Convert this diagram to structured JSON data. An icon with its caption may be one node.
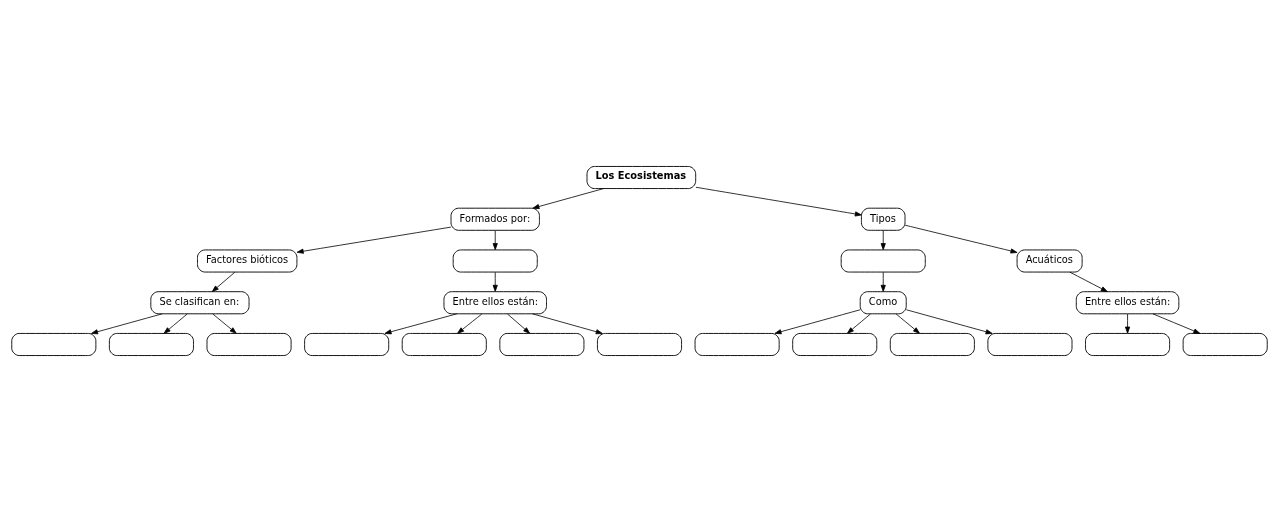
{
  "diagram": {
    "nodes": [
      {
        "text": [
          "Los Ecosistemas"
        ]
      },
      {
        "text": [
          "Formados por:"
        ]
      },
      {
        "text": [
          "Tipos"
        ]
      },
      {
        "text": [
          "Factores bióticos"
        ]
      },
      {
        "text": [],
        "shape": "box"
      },
      {
        "text": [],
        "shape": "box"
      },
      {
        "text": [
          "Acuáticos"
        ]
      },
      {
        "text": [
          "Se clasifican en:"
        ]
      },
      {
        "text": [
          "Entre ellos están:"
        ]
      },
      {
        "text": [
          "Como"
        ]
      },
      {
        "text": [
          "Entre ellos están:"
        ]
      },
      {
        "text": [],
        "shape": "box"
      },
      {
        "text": [],
        "shape": "box"
      },
      {
        "text": [],
        "shape": "box"
      },
      {
        "text": [],
        "shape": "box"
      },
      {
        "text": [],
        "shape": "box"
      },
      {
        "text": [],
        "shape": "box"
      },
      {
        "text": [],
        "shape": "box"
      },
      {
        "text": [],
        "shape": "box"
      },
      {
        "text": [],
        "shape": "box"
      },
      {
        "text": [],
        "shape": "box"
      },
      {
        "text": [],
        "shape": "box"
      },
      {
        "text": [],
        "shape": "box"
      },
      {
        "text": [],
        "shape": "box"
      }
    ],
    "edges": [
      {
        "from": 0,
        "to": 1,
        "arrow": "to"
      },
      {
        "from": 0,
        "to": 2,
        "arrow": "to"
      },
      {
        "from": 1,
        "to": 3,
        "arrow": "to"
      },
      {
        "from": 1,
        "to": 4,
        "arrow": "to"
      },
      {
        "from": 2,
        "to": 5,
        "arrow": "to"
      },
      {
        "from": 2,
        "to": 6,
        "arrow": "to"
      },
      {
        "from": 3,
        "to": 7,
        "arrow": "to"
      },
      {
        "from": 4,
        "to": 8,
        "arrow": "to"
      },
      {
        "from": 5,
        "to": 9,
        "arrow": "to"
      },
      {
        "from": 6,
        "to": 10,
        "arrow": "to"
      },
      {
        "from": 7,
        "to": 11,
        "arrow": "to"
      },
      {
        "from": 7,
        "to": 12,
        "arrow": "to"
      },
      {
        "from": 7,
        "to": 13,
        "arrow": "to"
      },
      {
        "from": 8,
        "to": 14,
        "arrow": "to"
      },
      {
        "from": 8,
        "to": 15,
        "arrow": "to"
      },
      {
        "from": 8,
        "to": 16,
        "arrow": "to"
      },
      {
        "from": 8,
        "to": 17,
        "arrow": "to"
      },
      {
        "from": 9,
        "to": 18,
        "arrow": "to"
      },
      {
        "from": 9,
        "to": 19,
        "arrow": "to"
      },
      {
        "from": 9,
        "to": 20,
        "arrow": "to"
      },
      {
        "from": 9,
        "to": 21,
        "arrow": "to"
      },
      {
        "from": 10,
        "to": 22,
        "arrow": "to"
      },
      {
        "from": 10,
        "to": 23,
        "arrow": "to"
      }
    ]
  }
}
